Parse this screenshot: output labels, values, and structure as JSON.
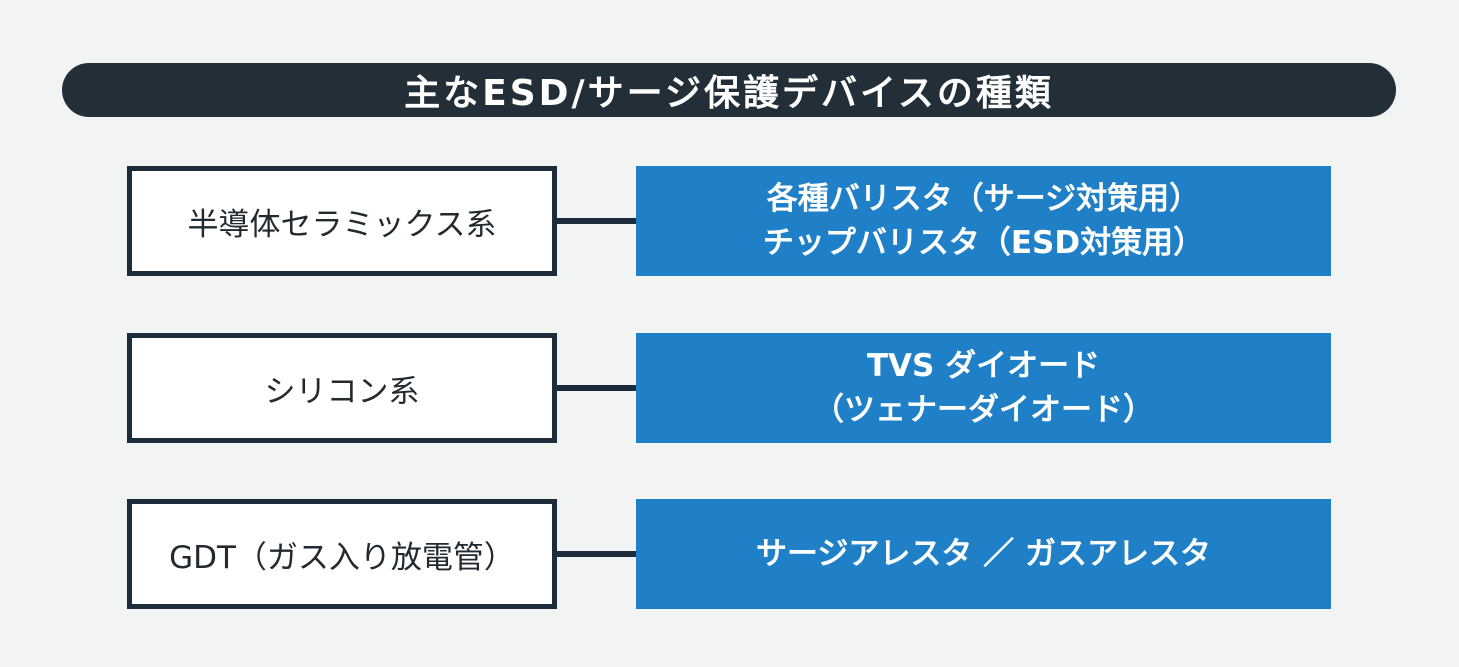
{
  "title": "主なESD/サージ保護デバイスの種類",
  "rows": [
    {
      "category": "半導体セラミックス系",
      "devices": [
        "各種バリスタ（サージ対策用）",
        "チップバリスタ（ESD対策用）"
      ]
    },
    {
      "category": "シリコン系",
      "devices": [
        "TVS ダイオード",
        "（ツェナーダイオード）"
      ]
    },
    {
      "category": "GDT（ガス入り放電管）",
      "devices": [
        "サージアレスタ ／ ガスアレスタ"
      ]
    }
  ],
  "colors": {
    "title_background": "#232f38",
    "box_border": "#1c2c3a",
    "device_background": "#1f80c8",
    "page_background": "#f2f3f3"
  }
}
